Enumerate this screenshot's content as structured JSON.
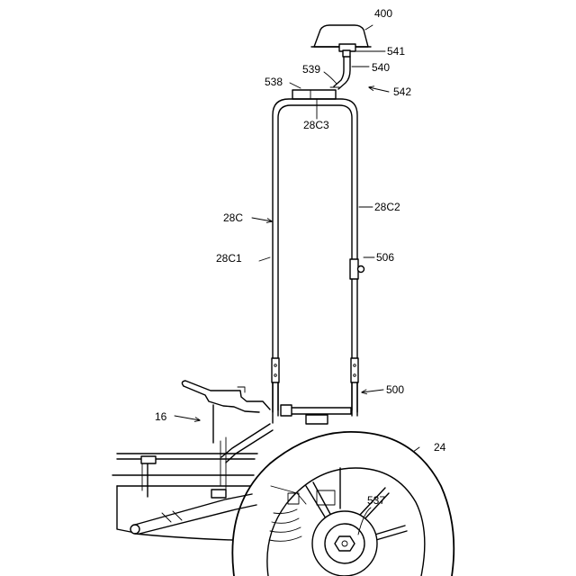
{
  "labels": {
    "l400": "400",
    "l541": "541",
    "l540": "540",
    "l539": "539",
    "l538": "538",
    "l542": "542",
    "l28C3": "28C3",
    "l28C2": "28C2",
    "l28C": "28C",
    "l28C1": "28C1",
    "l506": "506",
    "l500": "500",
    "l16": "16",
    "l24": "24",
    "l537": "537"
  }
}
